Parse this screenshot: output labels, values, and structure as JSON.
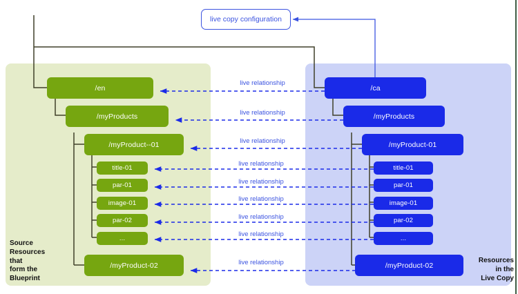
{
  "diagram": {
    "title_box": {
      "label": "live copy configuration"
    },
    "captions": {
      "left": "Source\nResources\nthat\nform the\nBlueprint",
      "right": "Resources\nin the\nLive Copy"
    },
    "colors": {
      "source_panel": "#e5ecca",
      "livecopy_panel": "#ccd3f7",
      "source_node": "#76a610",
      "livecopy_node": "#1a2ae8",
      "relationship": "#3b53e0",
      "tree_line": "#3f3f28"
    },
    "relationship_label": "live relationship",
    "source_nodes": [
      {
        "label": "/en",
        "level": 0
      },
      {
        "label": "/myProducts",
        "level": 1
      },
      {
        "label": "/myProduct--01",
        "level": 2
      },
      {
        "label": "title-01",
        "level": 3
      },
      {
        "label": "par-01",
        "level": 3
      },
      {
        "label": "image-01",
        "level": 3
      },
      {
        "label": "par-02",
        "level": 3
      },
      {
        "label": "...",
        "level": 3
      },
      {
        "label": "/myProduct-02",
        "level": 2
      }
    ],
    "livecopy_nodes": [
      {
        "label": "/ca",
        "level": 0
      },
      {
        "label": "/myProducts",
        "level": 1
      },
      {
        "label": "/myProduct-01",
        "level": 2
      },
      {
        "label": "title-01",
        "level": 3
      },
      {
        "label": "par-01",
        "level": 3
      },
      {
        "label": "image-01",
        "level": 3
      },
      {
        "label": "par-02",
        "level": 3
      },
      {
        "label": "...",
        "level": 3
      },
      {
        "label": "/myProduct-02",
        "level": 2
      }
    ],
    "relationships": [
      {
        "label": "live relationship"
      },
      {
        "label": "live relationship"
      },
      {
        "label": "live relationship"
      },
      {
        "label": "live relationship"
      },
      {
        "label": "live relationship"
      },
      {
        "label": "live relationship"
      },
      {
        "label": "live relationship"
      },
      {
        "label": "live relationship"
      },
      {
        "label": "live relationship"
      }
    ]
  }
}
